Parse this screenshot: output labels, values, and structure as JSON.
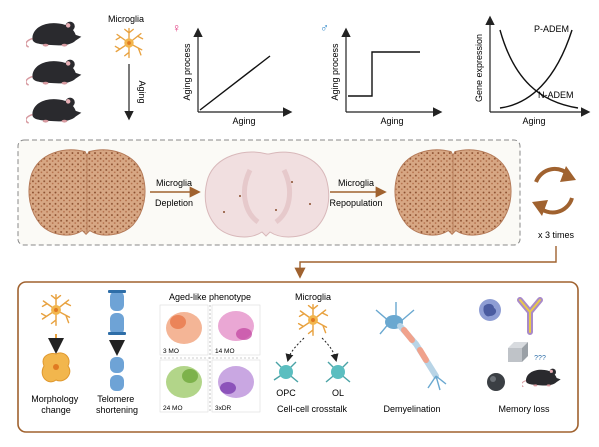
{
  "top": {
    "microglia_label": "Microglia",
    "aging_label": "Aging",
    "female_symbol": "♀",
    "male_symbol": "♂",
    "plot1": {
      "ylabel": "Aging process",
      "xlabel": "Aging"
    },
    "plot2": {
      "ylabel": "Aging process",
      "xlabel": "Aging"
    },
    "plot3": {
      "ylabel": "Gene expression",
      "xlabel": "Aging",
      "curve_top": "P-ADEM",
      "curve_bottom": "N-ADEM"
    }
  },
  "middle": {
    "step1_top": "Microglia",
    "step1_bottom": "Depletion",
    "step2_top": "Microglia",
    "step2_bottom": "Repopulation",
    "repeat_label": "x 3 times"
  },
  "bottom": {
    "morphology": "Morphology\nchange",
    "telomere": "Telomere\nshortening",
    "aged_phenotype_title": "Aged-like phenotype",
    "panels": [
      "3 MO",
      "14 MO",
      "24 MO",
      "3xDR"
    ],
    "crosstalk_title": "Microglia",
    "opc": "OPC",
    "ol": "OL",
    "crosstalk_caption": "Cell-cell crosstalk",
    "demyelination": "Demyelination",
    "memory_question": "???",
    "memory_loss": "Memory loss"
  },
  "colors": {
    "brain": "#c99370",
    "brain_dots": "#8a4e2e",
    "arrow_brown": "#a0622f",
    "microglia": "#e8a240",
    "female": "#e0307a",
    "male": "#2e86c8"
  }
}
